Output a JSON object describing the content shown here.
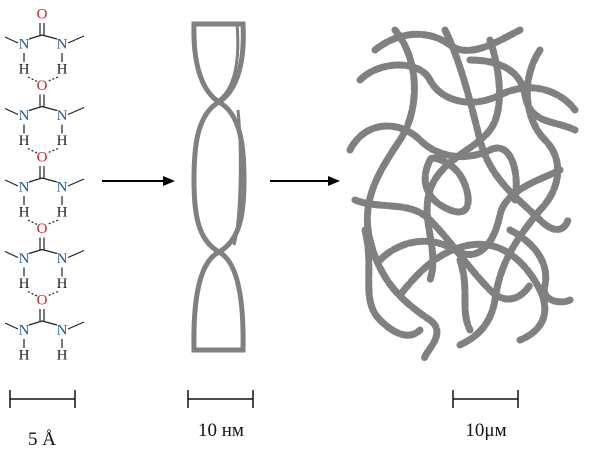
{
  "molecule": {
    "units": 5,
    "oxygen": "O",
    "nitrogen": "N",
    "hydrogen": "H"
  },
  "scale_labels": {
    "molecular": "5 Å",
    "fibril": "10 нм",
    "network": "10μм"
  },
  "colors": {
    "oxygen": "#c8202a",
    "nitrogen": "#1f5a9a",
    "fiber": "#808080"
  }
}
